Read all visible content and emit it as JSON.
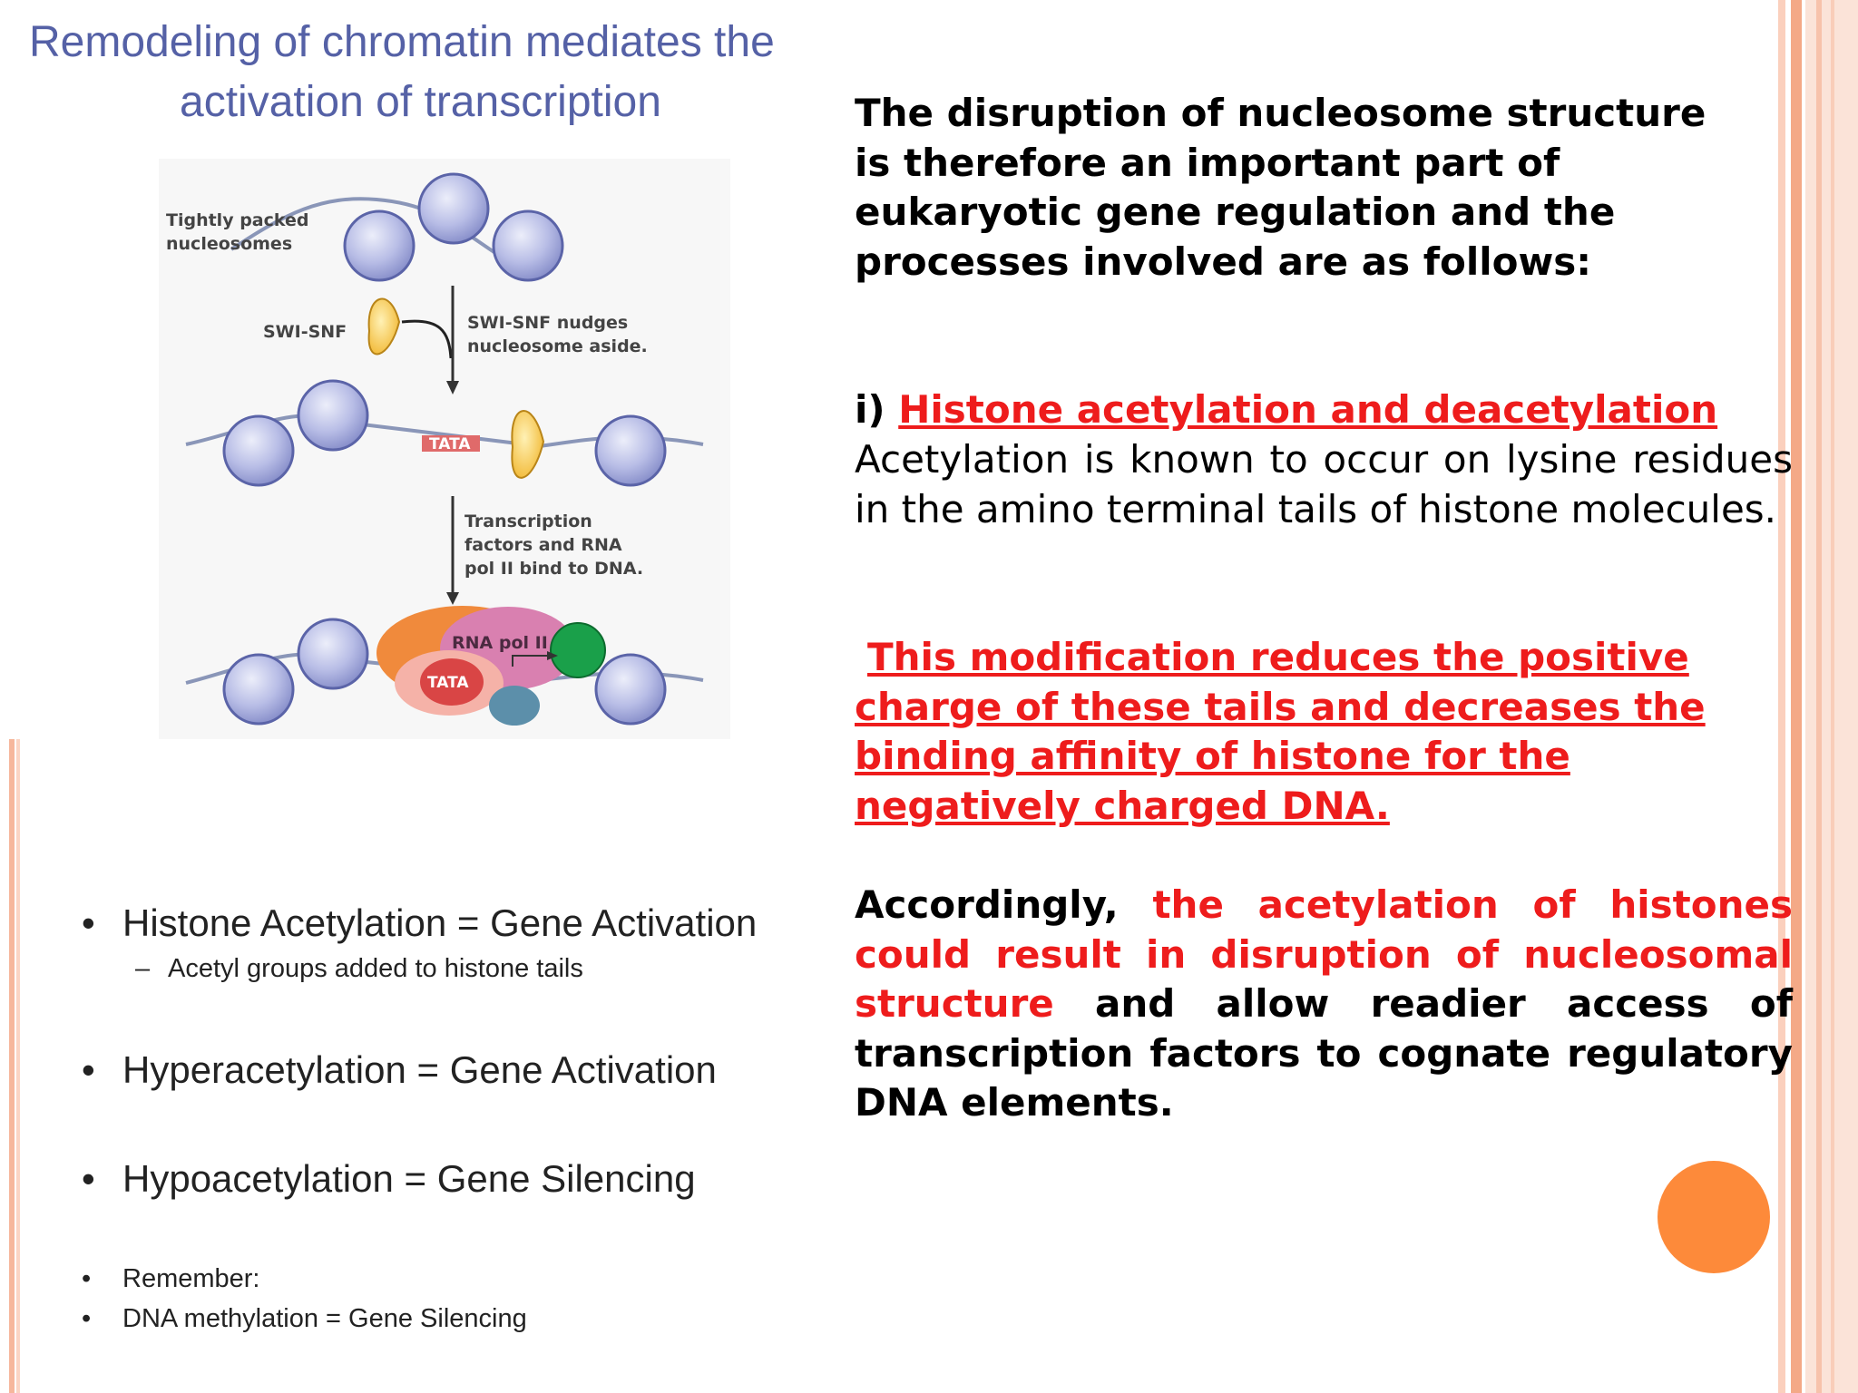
{
  "slide": {
    "title_line1": "Remodeling of chromatin mediates the",
    "title_line2": "activation of transcription",
    "figure": {
      "label_tightly": "Tightly packed",
      "label_nucleosomes": "nucleosomes",
      "label_swisnf": "SWI-SNF",
      "label_nudges_1": "SWI-SNF nudges",
      "label_nudges_2": "nucleosome aside.",
      "label_tata_1": "TATA",
      "label_tf_1": "Transcription",
      "label_tf_2": "factors and RNA",
      "label_tf_3": "pol II bind to DNA.",
      "label_rnapol": "RNA pol II",
      "label_tata_2": "TATA"
    },
    "bullets": {
      "b1": "Histone Acetylation = Gene Activation",
      "b1_sub": "Acetyl groups added to histone tails",
      "b2": "Hyperacetylation = Gene Activation",
      "b3": "Hypoacetylation = Gene Silencing",
      "b4": "Remember:",
      "b5": "DNA methylation = Gene Silencing",
      "bullet_char": "•",
      "dash_char": "–"
    },
    "right": {
      "intro_l1": "The disruption of nucleosome structure",
      "intro_l2": "is therefore an important part of",
      "intro_l3": "eukaryotic gene regulation and the",
      "intro_l4": "processes involved are as follows:",
      "section_num": "i) ",
      "section_title": "Histone acetylation and deacetylation",
      "acet_text": "Acetylation is known to occur on lysine residues in the amino terminal tails of histone molecules.",
      "mod_l1": "This modification reduces the positive",
      "mod_l2": "charge of these tails and decreases the",
      "mod_l3": "binding affinity of histone for the",
      "mod_l4": "negatively charged DNA.",
      "acc_prefix": "Accordingly, ",
      "acc_red": "the acetylation of histones could result in disruption of nucleosomal structure",
      "acc_rest": " and allow readier access of transcription factors to cognate regulatory DNA elements."
    }
  },
  "colors": {
    "title": "#5561a6",
    "red": "#ee1c1c",
    "accent_orange": "#fd8a3a"
  }
}
